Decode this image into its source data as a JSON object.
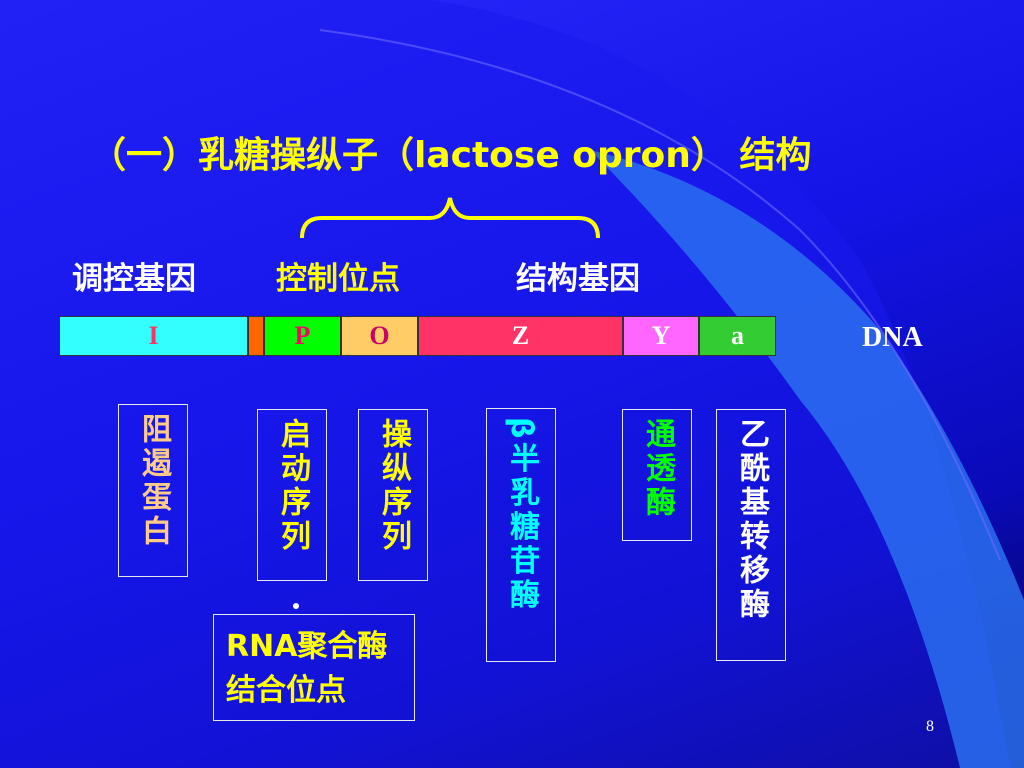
{
  "title": "（一）乳糖操纵子（lactose opron） 结构",
  "labels": {
    "regulatory_gene": "调控基因",
    "control_site": "控制位点",
    "structural_gene": "结构基因"
  },
  "dna": {
    "label": "DNA",
    "segments": [
      {
        "id": "I",
        "label": "I",
        "bg": "#33ffff",
        "fg": "#ff3366"
      },
      {
        "id": "spacer",
        "label": "",
        "bg": "#ff6600",
        "fg": "#000000"
      },
      {
        "id": "P",
        "label": "P",
        "bg": "#00ff00",
        "fg": "#ff0066"
      },
      {
        "id": "O",
        "label": "O",
        "bg": "#ffcc66",
        "fg": "#cc0066"
      },
      {
        "id": "Z",
        "label": "Z",
        "bg": "#ff3366",
        "fg": "#ffffff"
      },
      {
        "id": "Y",
        "label": "Y",
        "bg": "#ff66ff",
        "fg": "#ffffff"
      },
      {
        "id": "a",
        "label": "a",
        "bg": "#33cc33",
        "fg": "#ffffff"
      }
    ]
  },
  "products": {
    "repressor": {
      "text": "阻遏蛋白",
      "color": "#ffcc88"
    },
    "promoter": {
      "text": "启动序列",
      "color": "#ffff00"
    },
    "operator": {
      "text": "操纵序列",
      "color": "#ffff00"
    },
    "beta_gal": {
      "text": "β半乳糖苷酶",
      "color": "#00ffff"
    },
    "permease": {
      "text": "通透酶",
      "color": "#00ff00"
    },
    "transacetylase": {
      "text": "乙酰基转移酶",
      "color": "#ffffff"
    }
  },
  "rna_box": {
    "line1": "RNA聚合酶",
    "line2": "结合位点"
  },
  "page_number": "8"
}
